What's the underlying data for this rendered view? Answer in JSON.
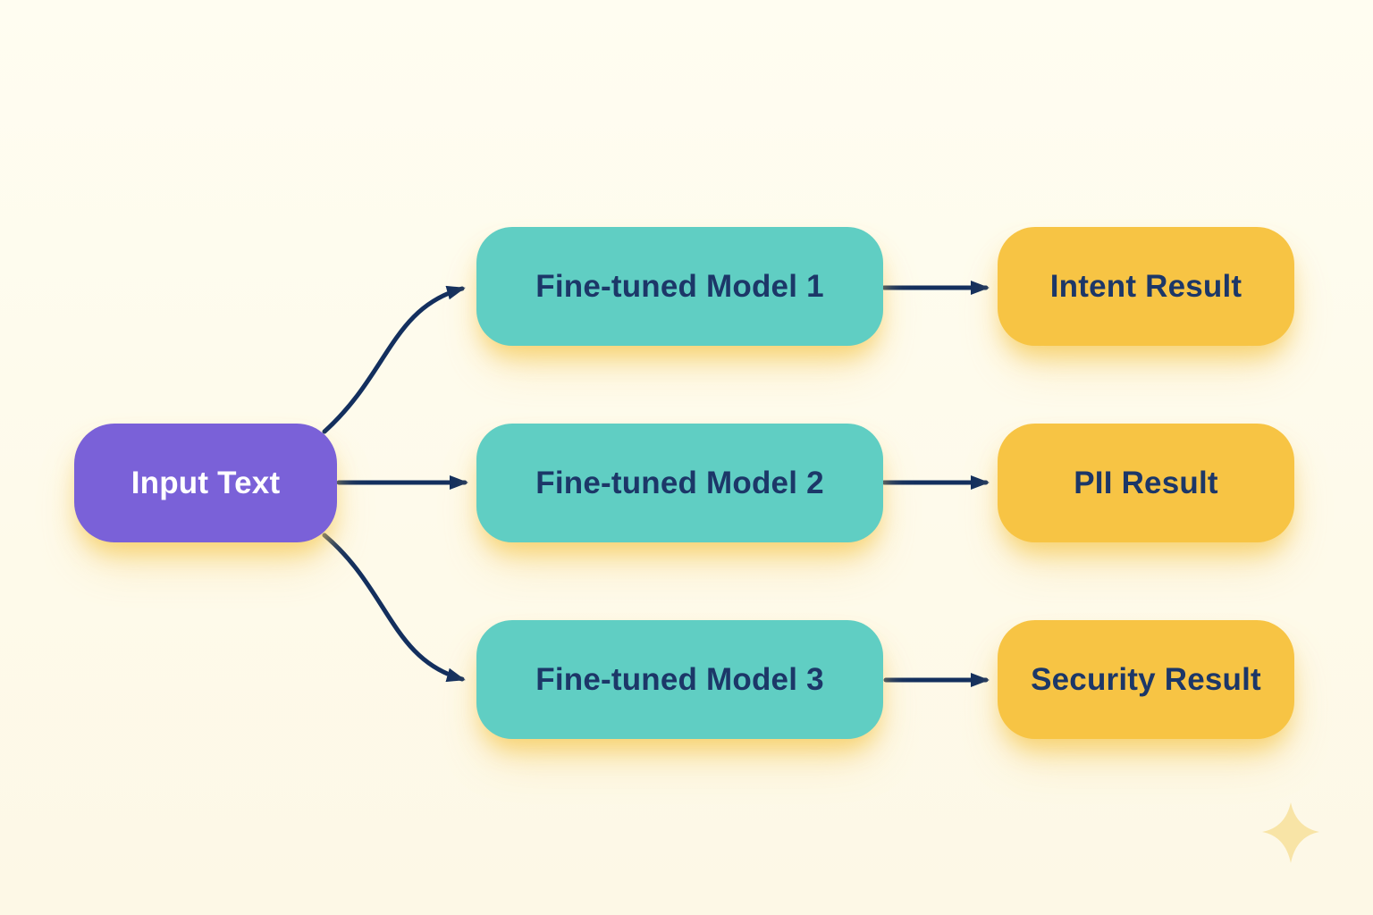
{
  "diagram": {
    "type": "flowchart",
    "description": "Input text fanned out to three fine-tuned models, each producing a classification result",
    "nodes": {
      "input": {
        "label": "Input Text",
        "role": "source"
      },
      "model1": {
        "label": "Fine-tuned Model 1",
        "role": "process"
      },
      "model2": {
        "label": "Fine-tuned Model 2",
        "role": "process"
      },
      "model3": {
        "label": "Fine-tuned Model 3",
        "role": "process"
      },
      "result1": {
        "label": "Intent Result",
        "role": "output"
      },
      "result2": {
        "label": "PII Result",
        "role": "output"
      },
      "result3": {
        "label": "Security Result",
        "role": "output"
      }
    },
    "edges": [
      {
        "from": "Input Text",
        "to": "Fine-tuned Model 1"
      },
      {
        "from": "Input Text",
        "to": "Fine-tuned Model 2"
      },
      {
        "from": "Input Text",
        "to": "Fine-tuned Model 3"
      },
      {
        "from": "Fine-tuned Model 1",
        "to": "Intent Result"
      },
      {
        "from": "Fine-tuned Model 2",
        "to": "PII Result"
      },
      {
        "from": "Fine-tuned Model 3",
        "to": "Security Result"
      }
    ],
    "colors": {
      "background": "#FFFDF1",
      "input_fill": "#7A61D8",
      "input_text": "#FFFFFF",
      "model_fill": "#60CEC3",
      "result_fill": "#F7C444",
      "node_text": "#1C3768",
      "arrow": "#132F5E",
      "sparkle": "#F8E4A6",
      "glow_shadow": "#F6CD60"
    }
  }
}
